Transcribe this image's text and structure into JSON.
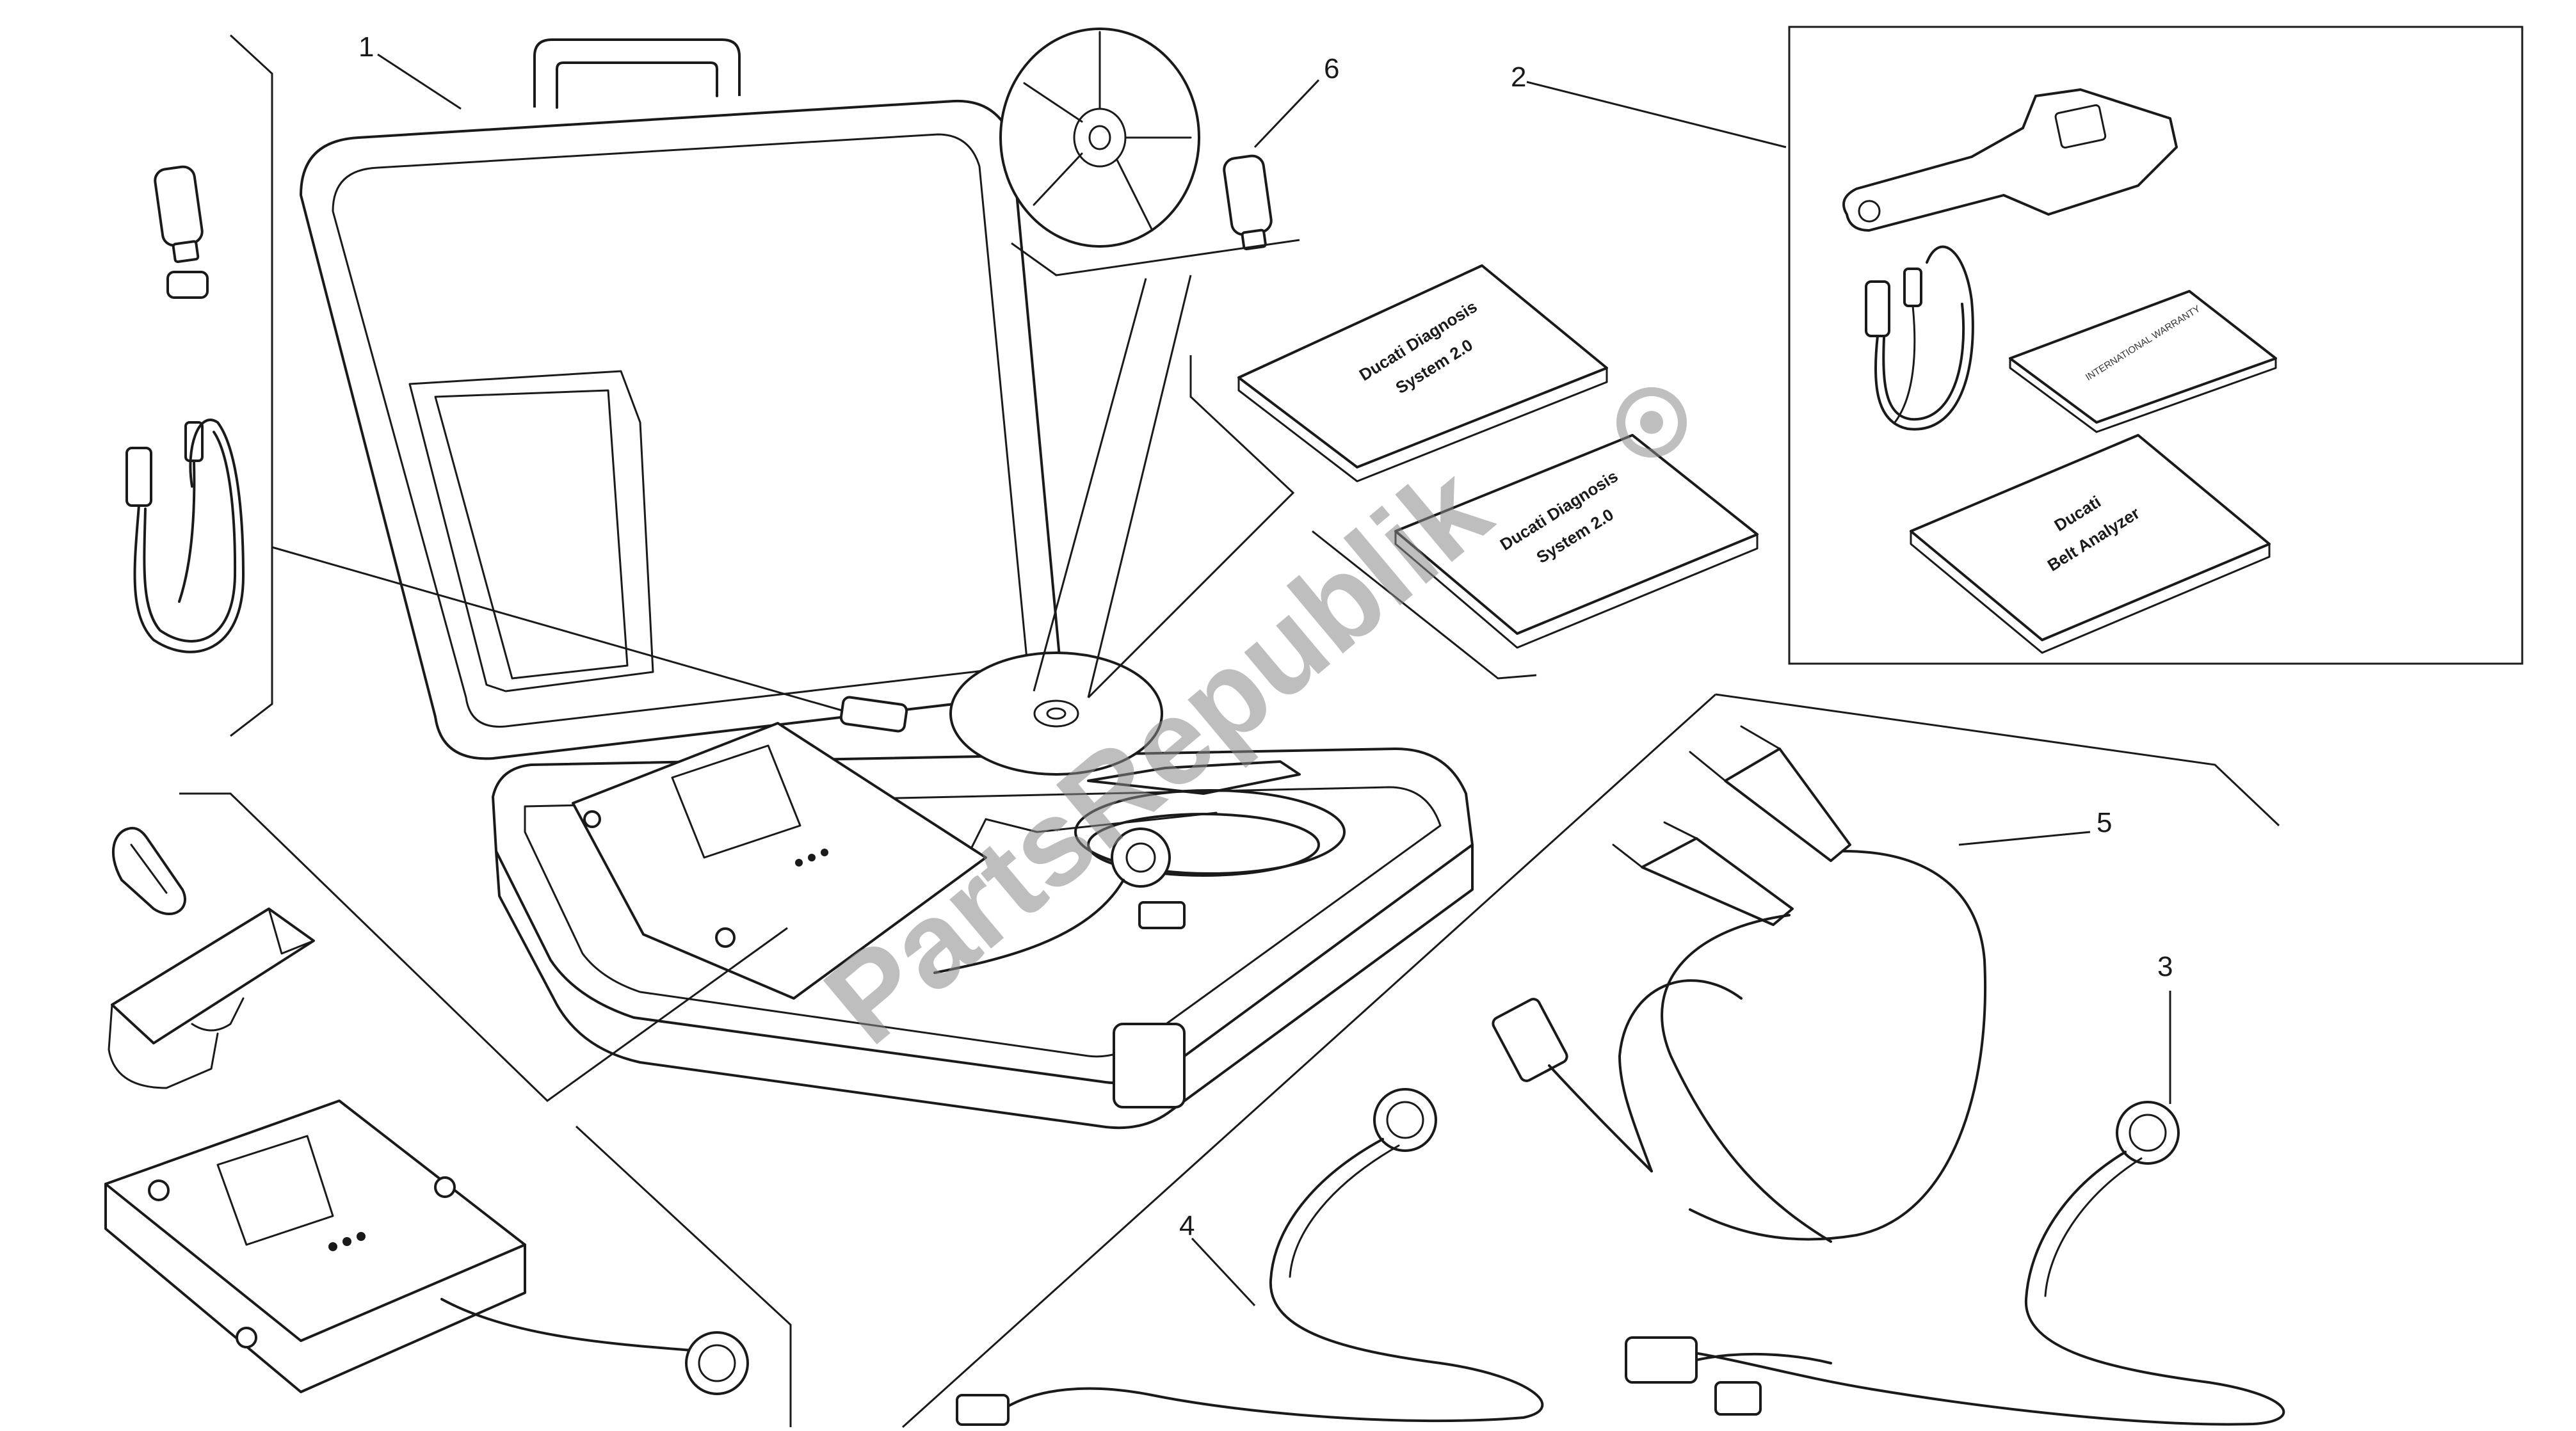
{
  "callouts": [
    {
      "id": "1",
      "label": "1"
    },
    {
      "id": "2",
      "label": "2"
    },
    {
      "id": "3",
      "label": "3"
    },
    {
      "id": "4",
      "label": "4"
    },
    {
      "id": "5",
      "label": "5"
    },
    {
      "id": "6",
      "label": "6"
    }
  ],
  "books": {
    "manual_a_title": "Ducati Diagnosis",
    "manual_a_version": "System 2.0",
    "manual_b_title": "Ducati Diagnosis",
    "manual_b_version": "System 2.0",
    "warranty": "INTERNATIONAL WARRANTY",
    "analyzer_brand": "Ducati",
    "analyzer_name": "Belt Analyzer"
  },
  "watermark": {
    "text": "PartsRepublik"
  },
  "colors": {
    "line": "#1a1a1a",
    "watermark": "#8a8a8a",
    "background": "#ffffff"
  }
}
